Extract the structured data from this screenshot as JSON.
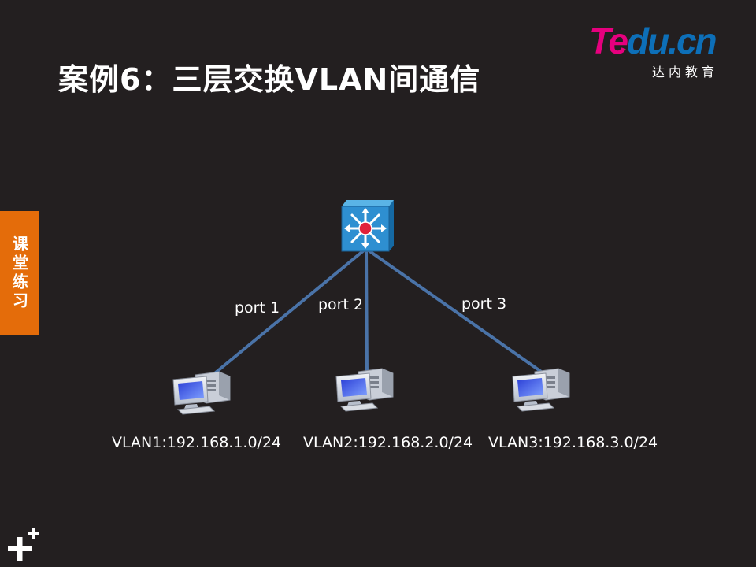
{
  "slide": {
    "title": "案例6：三层交换VLAN间通信",
    "side_tab": "课堂练习"
  },
  "logo": {
    "brand_a": "Te",
    "brand_b": "du.cn",
    "subtitle": "达内教育"
  },
  "diagram": {
    "switch_icon": "layer3-switch-icon",
    "pc_icon": "pc-workstation-icon",
    "link_color": "#4a73a8",
    "ports": [
      "port 1",
      "port 2",
      "port 3"
    ],
    "hosts": [
      "VLAN1:192.168.1.0/24",
      "VLAN2:192.168.2.0/24",
      "VLAN3:192.168.3.0/24"
    ]
  }
}
